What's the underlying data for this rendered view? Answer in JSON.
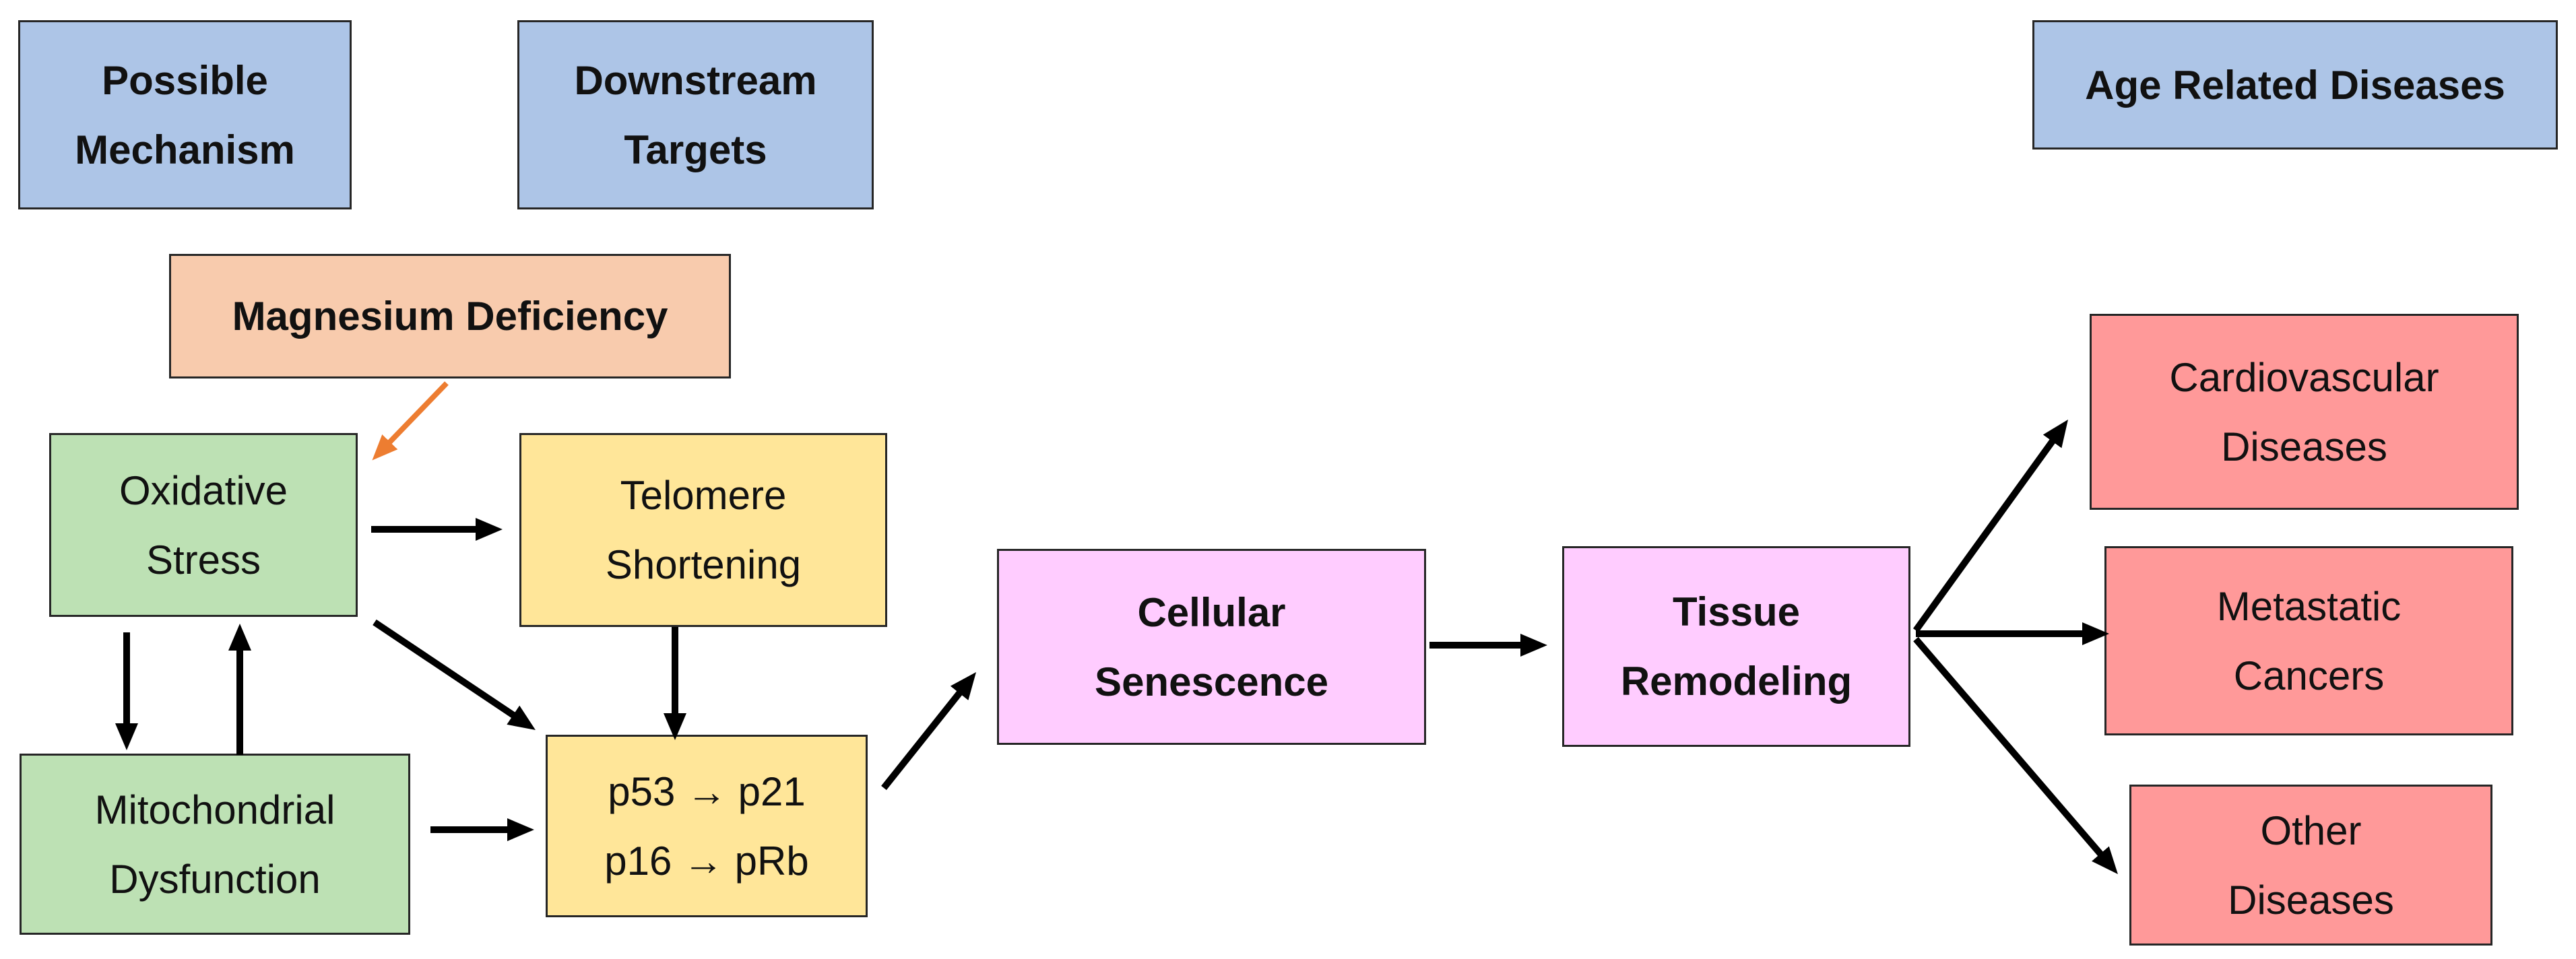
{
  "headers": {
    "possible_mechanism": "Possible\nMechanism",
    "downstream_targets": "Downstream\nTargets",
    "age_related_diseases": "Age Related Diseases"
  },
  "nodes": {
    "magnesium_deficiency": "Magnesium Deficiency",
    "oxidative_stress": "Oxidative\nStress",
    "telomere_shortening": "Telomere\nShortening",
    "mitochondrial_dysfunction": "Mitochondrial\nDysfunction",
    "p53_pathway": "p53 → p21\np16 → pRb",
    "cellular_senescence": "Cellular\nSenescence",
    "tissue_remodeling": "Tissue\nRemodeling",
    "cardiovascular_diseases": "Cardiovascular\nDiseases",
    "metastatic_cancers": "Metastatic\nCancers",
    "other_diseases": "Other\nDiseases"
  },
  "colors": {
    "header": "#adc5e7",
    "trigger": "#f8cbad",
    "mechanism": "#bde1b4",
    "target": "#ffe699",
    "outcome": "#ffccff",
    "disease": "#ff9999",
    "arrow": "#000000",
    "trigger-arrow": "#ed7d31"
  }
}
